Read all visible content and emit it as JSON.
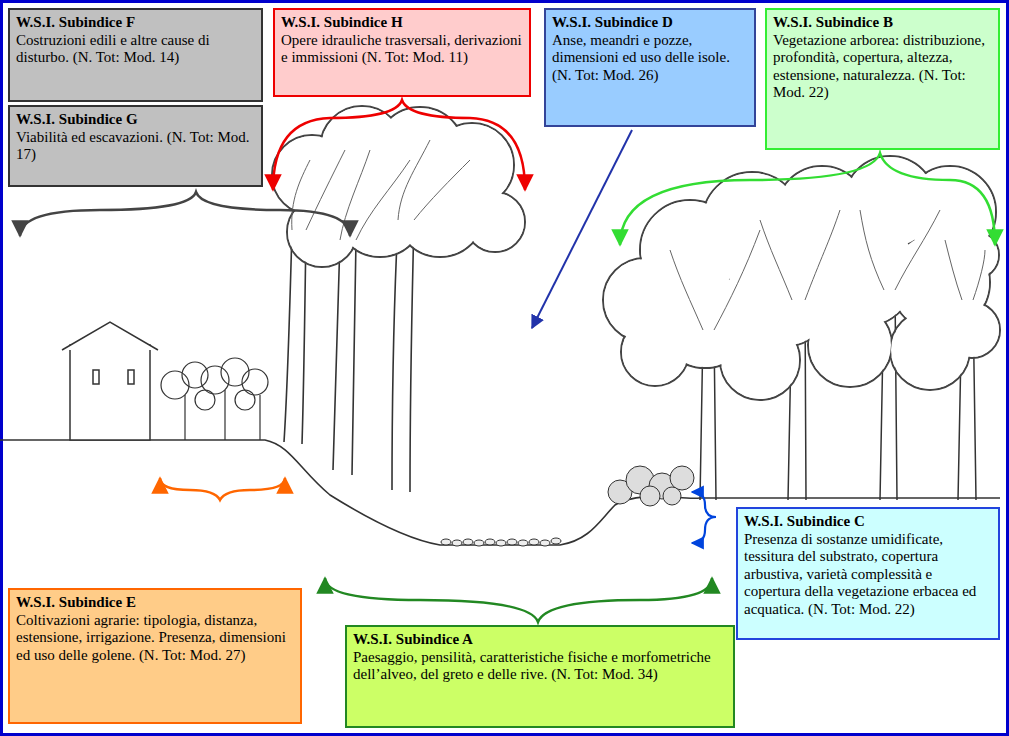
{
  "diagram": {
    "nodes": [
      {
        "text": [
          "W.S.I. Subindice F",
          "Costruzioni edili e altre cause di disturbo. (N. Tot: Mod. 14)"
        ]
      },
      {
        "text": [
          "W.S.I. Subindice H",
          "Opere idrauliche trasversali, derivazioni e immissioni (N. Tot: Mod. 11)"
        ]
      },
      {
        "text": [
          "W.S.I. Subindice D",
          "Anse, meandri e pozze, dimensioni ed uso delle isole. (N. Tot: Mod. 26)"
        ]
      },
      {
        "text": [
          "W.S.I. Subindice B",
          "Vegetazione arborea: distribuzione, profondità, copertura, altezza, estensione, naturalezza. (N. Tot: Mod. 22)"
        ]
      },
      {
        "text": [
          "W.S.I. Subindice G",
          "Viabilità ed escavazioni. (N. Tot: Mod. 17)"
        ]
      },
      {
        "text": [
          "W.S.I. Subindice C",
          "Presenza di sostanze umidificate, tessitura del substrato, copertura arbustiva, varietà complessità e copertura della vegetazione erbacea ed acquatica. (N. Tot: Mod. 22)"
        ]
      },
      {
        "text": [
          "W.S.I. Subindice E",
          "Coltivazioni agrarie: tipologia, distanza, estensione, irrigazione. Presenza, dimensioni ed uso delle golene. (N. Tot: Mod. 27)"
        ]
      },
      {
        "text": [
          "W.S.I. Subindice A",
          "Paesaggio, pensilità, caratteristiche fisiche e morfometriche dell’alveo, del greto e delle rive. (N. Tot: Mod. 34)"
        ]
      }
    ]
  }
}
